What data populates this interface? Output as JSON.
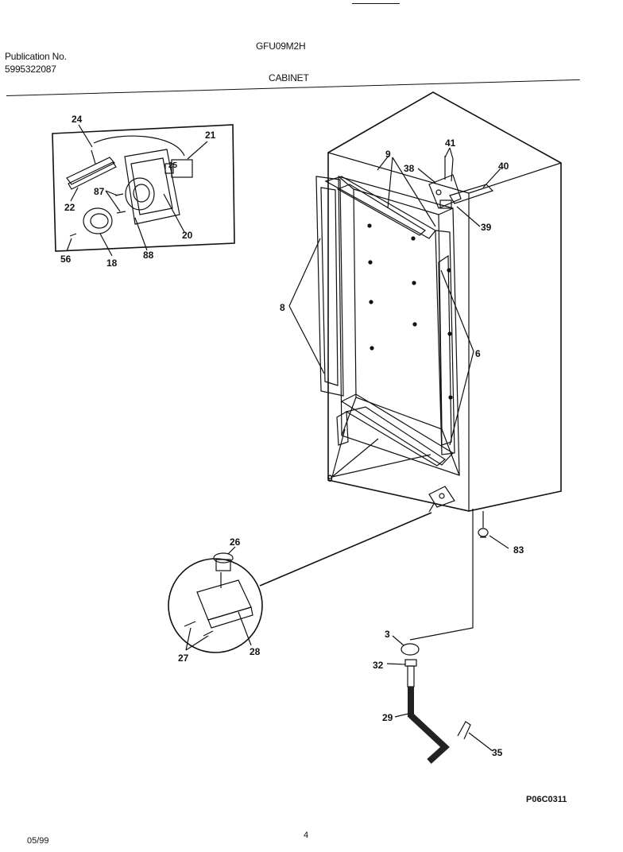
{
  "header": {
    "publication_label": "Publication No.",
    "publication_number": "5995322087",
    "model": "GFU09M2H",
    "section": "CABINET"
  },
  "callouts": {
    "c24": "24",
    "c21": "21",
    "c25": "25",
    "c87": "87",
    "c22": "22",
    "c20": "20",
    "c56": "56",
    "c18": "18",
    "c88": "88",
    "c9a": "9",
    "c41": "41",
    "c38": "38",
    "c40": "40",
    "c39": "39",
    "c8": "8",
    "c6": "6",
    "c9b": "9",
    "c26": "26",
    "c27": "27",
    "c28": "28",
    "c83": "83",
    "c3": "3",
    "c32": "32",
    "c29": "29",
    "c35": "35"
  },
  "footer": {
    "diagram_code": "P06C0311",
    "date": "05/99",
    "page": "4"
  }
}
